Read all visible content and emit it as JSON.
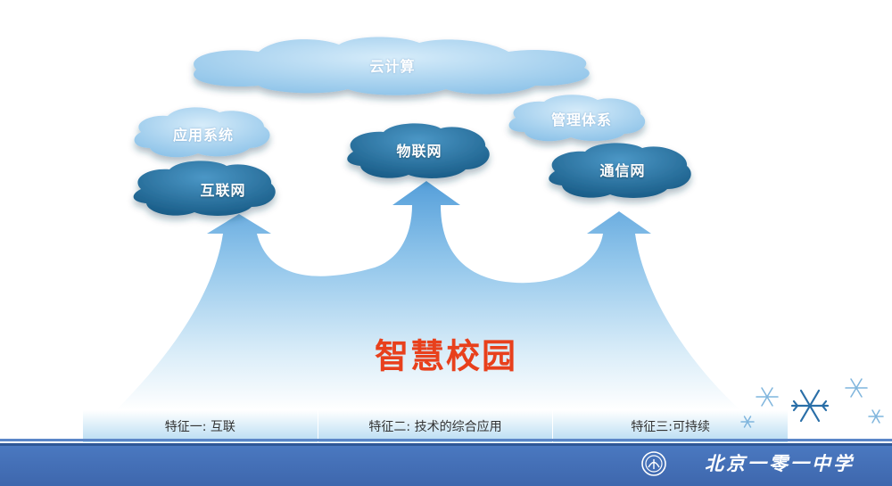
{
  "diagram": {
    "clouds": [
      {
        "id": "cloud-computing",
        "label": "云计算",
        "tone": "light"
      },
      {
        "id": "application-system",
        "label": "应用系统",
        "tone": "light"
      },
      {
        "id": "internet",
        "label": "互联网",
        "tone": "dark"
      },
      {
        "id": "iot",
        "label": "物联网",
        "tone": "dark"
      },
      {
        "id": "management-system",
        "label": "管理体系",
        "tone": "light"
      },
      {
        "id": "communication-network",
        "label": "通信网",
        "tone": "dark"
      }
    ],
    "title": "智慧校园",
    "features": [
      "特征一: 互联",
      "特征二: 技术的综合应用",
      "特征三:可持续"
    ]
  },
  "footer": {
    "school_name": "北京一零一中学"
  },
  "colors": {
    "title": "#e8401c",
    "cloud_light": "#a9d3ef",
    "cloud_dark": "#1f6e9d",
    "arrow": "#5aa8dc",
    "footer": "#4470b6"
  },
  "icons": {
    "logo": "school-emblem-icon",
    "decoration": "snowflake-icon"
  }
}
